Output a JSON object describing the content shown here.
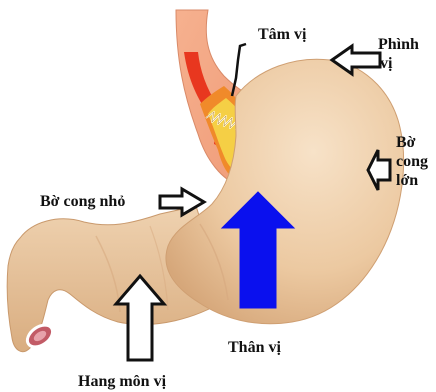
{
  "labels": {
    "tam_vi": "Tâm vị",
    "phinh_vi_line1": "Phình",
    "phinh_vi_line2": "vị",
    "bo_cong_lon_line1": "Bờ",
    "bo_cong_lon_line2": "cong",
    "bo_cong_lon_line3": "lớn",
    "bo_cong_nho": "Bờ cong nhỏ",
    "than_vi": "Thân vị",
    "hang_mon_vi": "Hang môn vị"
  },
  "colors": {
    "stomach": "#ecc9a1",
    "stomach_shadow": "#d9ad80",
    "esophagus_outer": "#f3a07c",
    "esophagus_red": "#e8371f",
    "esophagus_orange": "#f08a2a",
    "esophagus_yellow": "#f5cf45",
    "cardia_zigzag": "#ffffff",
    "arrow_outline": "#111111",
    "arrow_fill": "#ffffff",
    "than_vi_arrow": "#0a10ee",
    "duodenum_inner": "#c25b66",
    "text": "#111111"
  }
}
